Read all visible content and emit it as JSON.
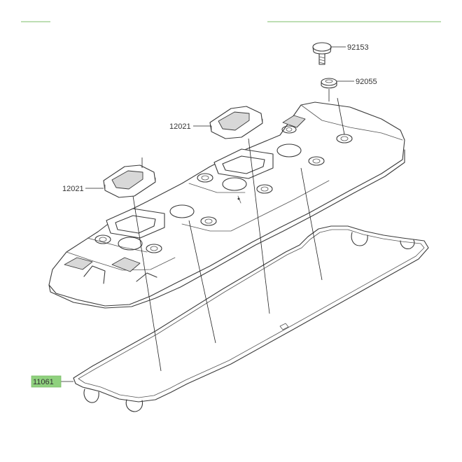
{
  "colors": {
    "frame_line": "#7cbd6a",
    "highlight_box": "#8fd17e",
    "ink": "#3a3a3a",
    "label_text": "#333333"
  },
  "parts": [
    {
      "number": "92153"
    },
    {
      "number": "92055"
    },
    {
      "number": "12021"
    },
    {
      "number": "12021"
    },
    {
      "number": "11061",
      "highlighted": true
    }
  ]
}
